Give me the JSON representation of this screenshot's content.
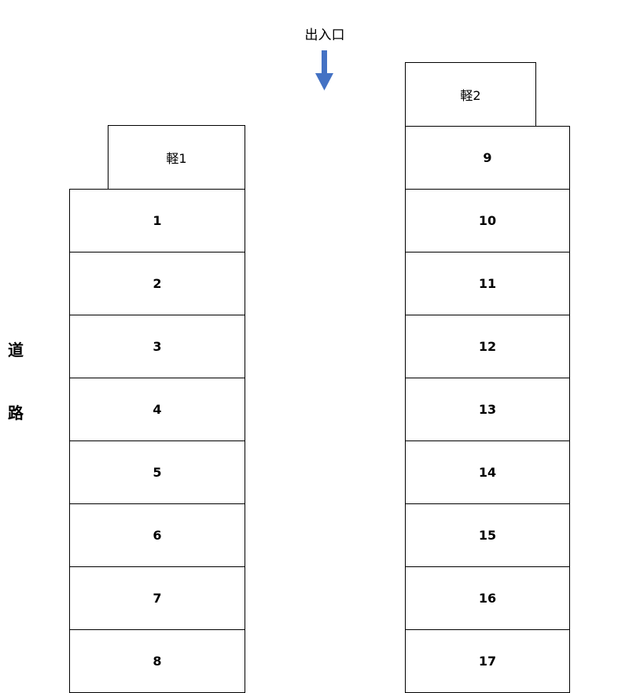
{
  "entrance": {
    "label": "出入口",
    "arrow_icon": "arrow-down-icon",
    "arrow_color": "#4472C4"
  },
  "road": {
    "chars": [
      "道",
      "路"
    ]
  },
  "left_lot": {
    "kei_label": "軽1",
    "spaces": [
      "1",
      "2",
      "3",
      "4",
      "5",
      "6",
      "7",
      "8"
    ]
  },
  "right_lot": {
    "kei_label": "軽2",
    "spaces": [
      "9",
      "10",
      "11",
      "12",
      "13",
      "14",
      "15",
      "16",
      "17"
    ]
  }
}
